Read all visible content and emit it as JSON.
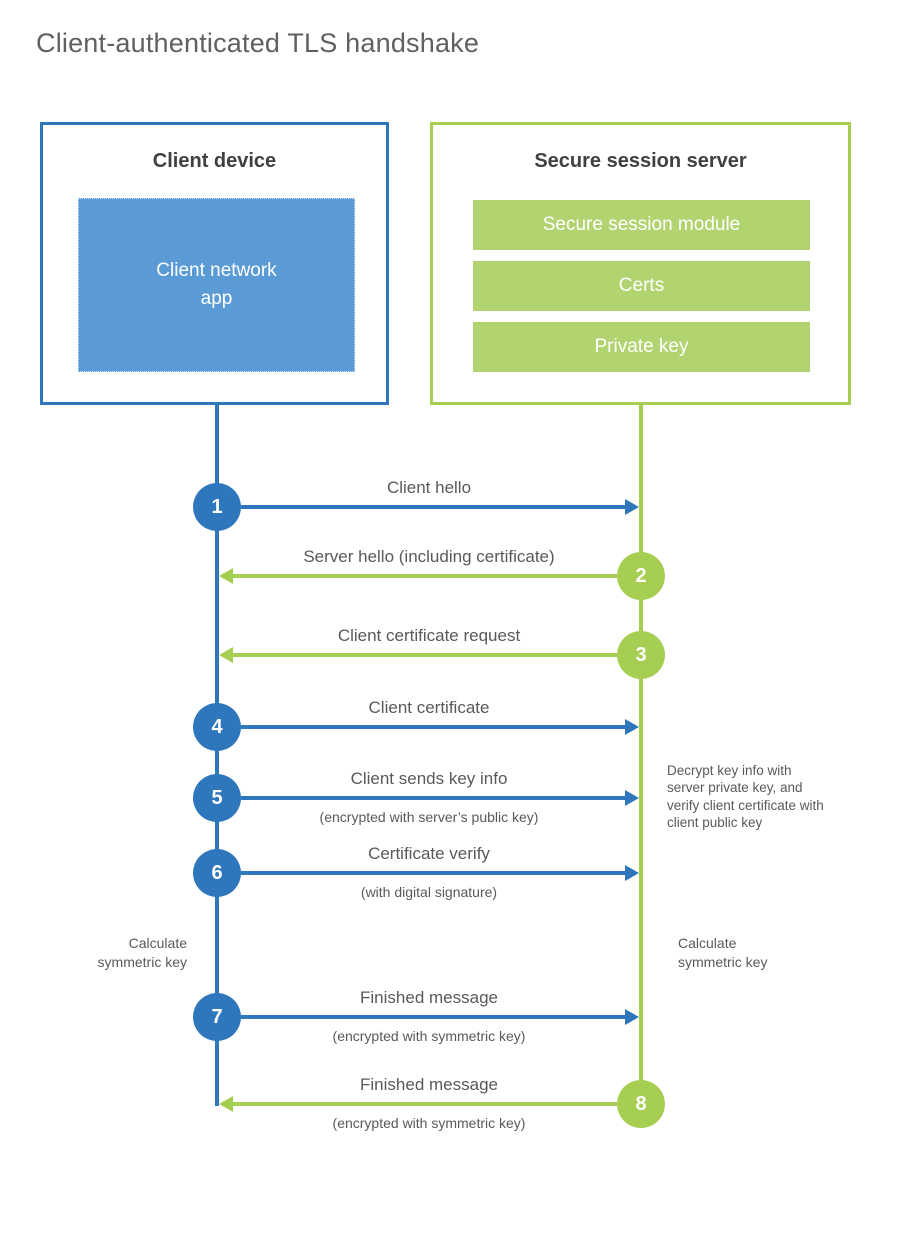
{
  "page": {
    "title": "Client-authenticated TLS handshake"
  },
  "colors": {
    "blue": "#2F77BC",
    "blue_fill": "#5B9BD5",
    "green": "#A5CE52",
    "green_fill": "#B1D471",
    "label_text": "#58595B"
  },
  "client_box": {
    "title": "Client device",
    "app_label": "Client network app"
  },
  "server_box": {
    "title": "Secure session server",
    "modules": [
      "Secure session module",
      "Certs",
      "Private key"
    ]
  },
  "steps": [
    {
      "number": "1",
      "label": "Client hello",
      "sublabel": "",
      "direction": "right",
      "color": "blue"
    },
    {
      "number": "2",
      "label": "Server hello (including certificate)",
      "sublabel": "",
      "direction": "left",
      "color": "green"
    },
    {
      "number": "3",
      "label": "Client certificate request",
      "sublabel": "",
      "direction": "left",
      "color": "green"
    },
    {
      "number": "4",
      "label": "Client certificate",
      "sublabel": "",
      "direction": "right",
      "color": "blue"
    },
    {
      "number": "5",
      "label": "Client sends key info",
      "sublabel": "(encrypted with server’s public key)",
      "direction": "right",
      "color": "blue"
    },
    {
      "number": "6",
      "label": "Certificate verify",
      "sublabel": "(with digital signature)",
      "direction": "right",
      "color": "blue"
    },
    {
      "number": "7",
      "label": "Finished message",
      "sublabel": "(encrypted with symmetric key)",
      "direction": "right",
      "color": "blue"
    },
    {
      "number": "8",
      "label": "Finished message",
      "sublabel": "(encrypted with symmetric key)",
      "direction": "left",
      "color": "green"
    }
  ],
  "annotations": {
    "decrypt_note": "Decrypt key info with server private key, and verify client certificate with client public key",
    "calculate_left": "Calculate symmetric key",
    "calculate_right": "Calculate symmetric key"
  }
}
